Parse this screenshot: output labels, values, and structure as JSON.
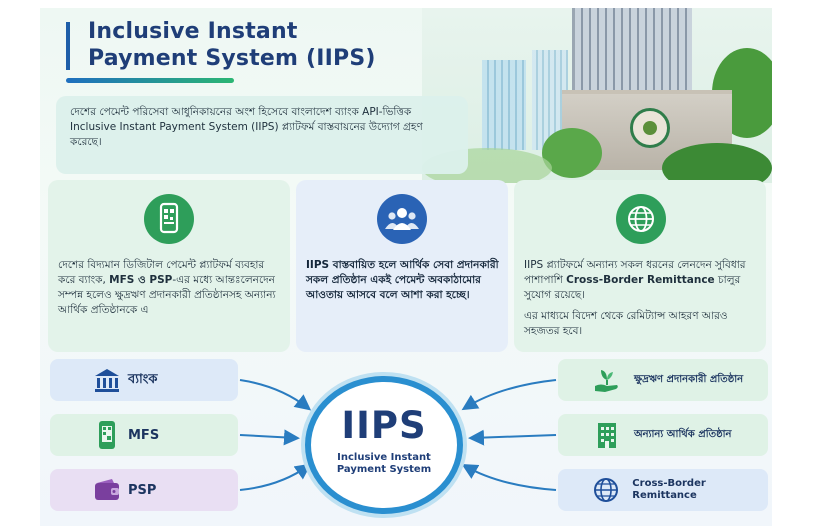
{
  "header": {
    "title_line1": "Inclusive Instant",
    "title_line2": "Payment System (IIPS)"
  },
  "intro": {
    "text": "দেশের পেমেন্ট পরিসেবা আধুনিকায়নের অংশ হিসেবে বাংলাদেশ ব্যাংক API-ভিত্তিক Inclusive Instant Payment System (IIPS) প্ল্যাটফর্ম বাস্তবায়নের উদ্যোগ গ্রহণ করেছে।"
  },
  "cards": {
    "card1": {
      "icon": "qr-phone-icon",
      "text_a": "দেশের বিদ্যমান ডিজিটাল পেমেন্ট প্ল্যাটফর্ম ব্যবহার করে ব্যাংক, ",
      "text_bold": "MFS ও PSP",
      "text_b": "-এর মধ্যে আন্তঃলেনদেন সম্পন্ন হলেও ক্ষুদ্রঋণ প্রদানকারী প্রতিষ্ঠানসহ অন্যান্য আর্থিক প্রতিষ্ঠানকে এ"
    },
    "card2": {
      "icon": "group-people-icon",
      "text": "IIPS বাস্তবায়িত হলে আর্থিক সেবা প্রদানকারী সকল প্রতিষ্ঠান একই পেমেন্ট অবকাঠামোর আওতায় আসবে বলে আশা করা হচ্ছে।"
    },
    "card3": {
      "icon": "globe-icon",
      "text_a": "IIPS প্ল্যাটফর্মে অন্যান্য সকল ধরনের লেনদেন সুবিধার পাশাপাশি ",
      "text_bold": "Cross-Border Remittance",
      "text_b": " চালুর সুযোগ রয়েছে।",
      "text_c": "এর মাধ্যমে বিদেশ থেকে রেমিট্যান্স আহরণ আরও সহজতর হবে।"
    }
  },
  "diagram": {
    "hub_title": "IIPS",
    "hub_sub_line1": "Inclusive Instant",
    "hub_sub_line2": "Payment System",
    "left": [
      {
        "label": "ব্যাংক",
        "icon": "bank-icon"
      },
      {
        "label": "MFS",
        "icon": "mobile-qr-icon"
      },
      {
        "label": "PSP",
        "icon": "wallet-icon"
      }
    ],
    "right": [
      {
        "label": "ক্ষুদ্রঋণ প্রদানকারী প্রতিষ্ঠান",
        "icon": "plant-hand-icon"
      },
      {
        "label": "অন্যান্য আর্থিক প্রতিষ্ঠান",
        "icon": "office-building-icon"
      },
      {
        "label": "Cross-Border Remittance",
        "icon": "globe-icon"
      }
    ]
  },
  "colors": {
    "title": "#1f3e78",
    "green": "#2e9e5a",
    "blue": "#2a63b5",
    "hub_ring": "#2a8fd0"
  }
}
